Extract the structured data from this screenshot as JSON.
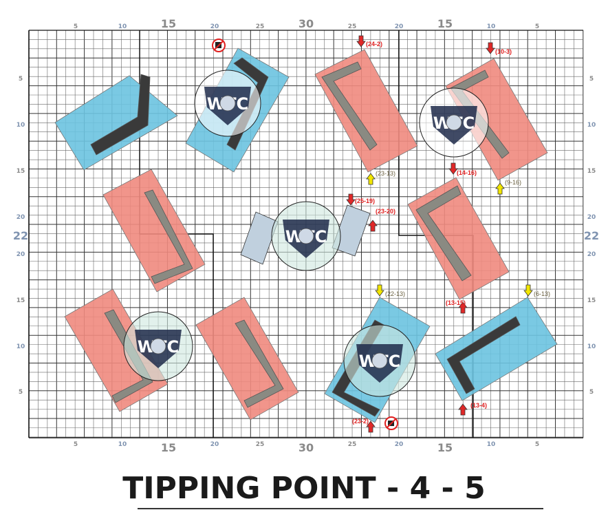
{
  "title": "TIPPING POINT - 4 - 5",
  "axes": {
    "top": [
      "5",
      "10",
      "15",
      "20",
      "25",
      "30",
      "25",
      "20",
      "15",
      "10",
      "5"
    ],
    "bottom": [
      "5",
      "10",
      "15",
      "20",
      "25",
      "30",
      "25",
      "20",
      "15",
      "10",
      "5"
    ],
    "left": [
      "5",
      "10",
      "15",
      "20",
      "22",
      "20",
      "15",
      "10",
      "5"
    ],
    "right": [
      "5",
      "10",
      "15",
      "20",
      "22",
      "20",
      "15",
      "10",
      "5"
    ]
  },
  "markers": [
    {
      "label": "(24-2)",
      "color": "red",
      "dir": "down"
    },
    {
      "label": "(10-3)",
      "color": "red",
      "dir": "down"
    },
    {
      "label": "(23-13)",
      "color": "yellow",
      "dir": "up"
    },
    {
      "label": "(14-16)",
      "color": "red",
      "dir": "down"
    },
    {
      "label": "(9-16)",
      "color": "yellow",
      "dir": "up"
    },
    {
      "label": "(25-19)",
      "color": "red",
      "dir": "down"
    },
    {
      "label": "(23-20)",
      "color": "red",
      "dir": "up"
    },
    {
      "label": "(22-13)",
      "color": "yellow",
      "dir": "down"
    },
    {
      "label": "(6-13)",
      "color": "yellow",
      "dir": "down"
    },
    {
      "label": "(13-15)",
      "color": "red",
      "dir": "up"
    },
    {
      "label": "(13-4)",
      "color": "red",
      "dir": "up"
    },
    {
      "label": "(23-2)",
      "color": "red",
      "dir": "up"
    }
  ],
  "logo_text": "WTC",
  "colors": {
    "red_tile": "#f08a7e",
    "blue_tile": "#6cc3e0",
    "goal": "#cfe8df",
    "platform": "#c0d0de",
    "arrow_red": "#e02828",
    "arrow_yellow": "#f2e600"
  }
}
